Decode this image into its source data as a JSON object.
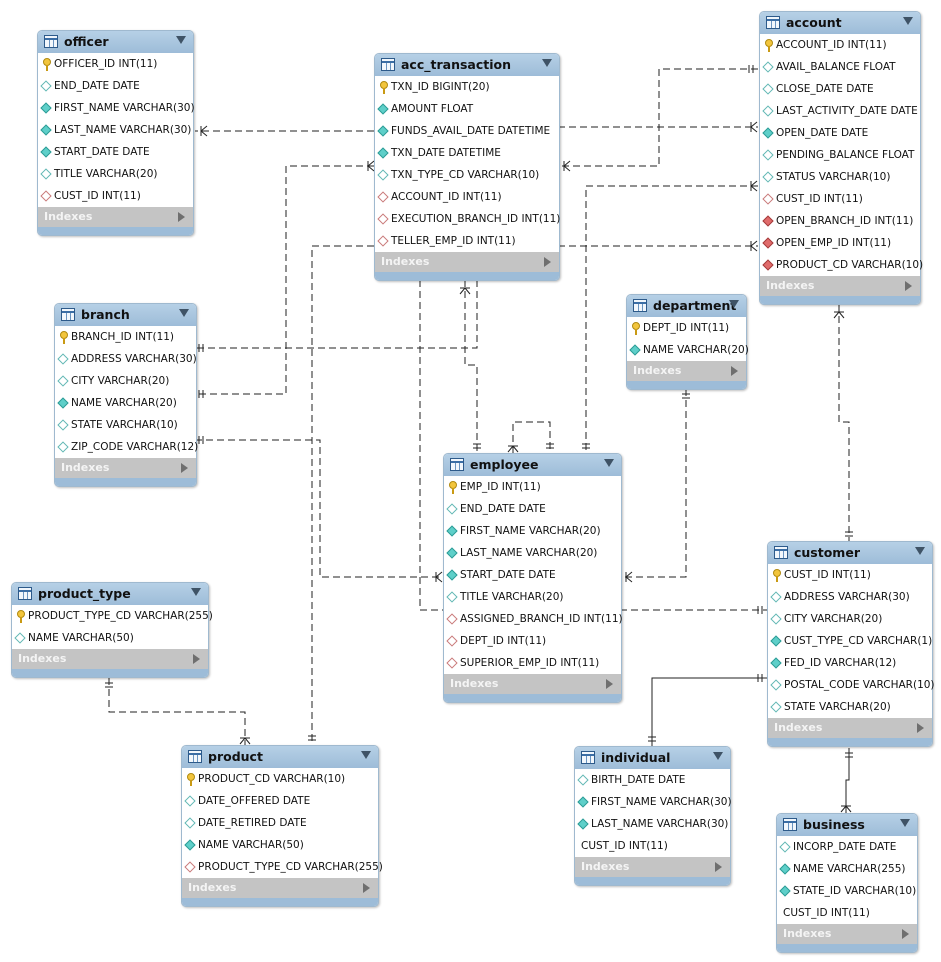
{
  "diagram": {
    "tables": [
      {
        "id": "officer",
        "name": "officer",
        "columns": [
          {
            "text": "OFFICER_ID INT(11)",
            "icon": "key"
          },
          {
            "text": "END_DATE DATE",
            "icon": "dm-empty"
          },
          {
            "text": "FIRST_NAME VARCHAR(30)",
            "icon": "dm-filled"
          },
          {
            "text": "LAST_NAME VARCHAR(30)",
            "icon": "dm-filled"
          },
          {
            "text": "START_DATE DATE",
            "icon": "dm-filled"
          },
          {
            "text": "TITLE VARCHAR(20)",
            "icon": "dm-empty"
          },
          {
            "text": "CUST_ID INT(11)",
            "icon": "dm-fk"
          }
        ],
        "indexes_label": "Indexes"
      },
      {
        "id": "acc_transaction",
        "name": "acc_transaction",
        "columns": [
          {
            "text": "TXN_ID BIGINT(20)",
            "icon": "key"
          },
          {
            "text": "AMOUNT FLOAT",
            "icon": "dm-filled"
          },
          {
            "text": "FUNDS_AVAIL_DATE DATETIME",
            "icon": "dm-filled"
          },
          {
            "text": "TXN_DATE DATETIME",
            "icon": "dm-filled"
          },
          {
            "text": "TXN_TYPE_CD VARCHAR(10)",
            "icon": "dm-empty"
          },
          {
            "text": "ACCOUNT_ID INT(11)",
            "icon": "dm-fk"
          },
          {
            "text": "EXECUTION_BRANCH_ID INT(11)",
            "icon": "dm-fk"
          },
          {
            "text": "TELLER_EMP_ID INT(11)",
            "icon": "dm-fk"
          }
        ],
        "indexes_label": "Indexes"
      },
      {
        "id": "account",
        "name": "account",
        "columns": [
          {
            "text": "ACCOUNT_ID INT(11)",
            "icon": "key"
          },
          {
            "text": "AVAIL_BALANCE FLOAT",
            "icon": "dm-empty"
          },
          {
            "text": "CLOSE_DATE DATE",
            "icon": "dm-empty"
          },
          {
            "text": "LAST_ACTIVITY_DATE DATE",
            "icon": "dm-empty"
          },
          {
            "text": "OPEN_DATE DATE",
            "icon": "dm-filled"
          },
          {
            "text": "PENDING_BALANCE FLOAT",
            "icon": "dm-empty"
          },
          {
            "text": "STATUS VARCHAR(10)",
            "icon": "dm-empty"
          },
          {
            "text": "CUST_ID INT(11)",
            "icon": "dm-fk"
          },
          {
            "text": "OPEN_BRANCH_ID INT(11)",
            "icon": "dm-fkfill"
          },
          {
            "text": "OPEN_EMP_ID INT(11)",
            "icon": "dm-fkfill"
          },
          {
            "text": "PRODUCT_CD VARCHAR(10)",
            "icon": "dm-fkfill"
          }
        ],
        "indexes_label": "Indexes"
      },
      {
        "id": "branch",
        "name": "branch",
        "columns": [
          {
            "text": "BRANCH_ID INT(11)",
            "icon": "key"
          },
          {
            "text": "ADDRESS VARCHAR(30)",
            "icon": "dm-empty"
          },
          {
            "text": "CITY VARCHAR(20)",
            "icon": "dm-empty"
          },
          {
            "text": "NAME VARCHAR(20)",
            "icon": "dm-filled"
          },
          {
            "text": "STATE VARCHAR(10)",
            "icon": "dm-empty"
          },
          {
            "text": "ZIP_CODE VARCHAR(12)",
            "icon": "dm-empty"
          }
        ],
        "indexes_label": "Indexes"
      },
      {
        "id": "department",
        "name": "department",
        "columns": [
          {
            "text": "DEPT_ID INT(11)",
            "icon": "key"
          },
          {
            "text": "NAME VARCHAR(20)",
            "icon": "dm-filled"
          }
        ],
        "indexes_label": "Indexes"
      },
      {
        "id": "employee",
        "name": "employee",
        "columns": [
          {
            "text": "EMP_ID INT(11)",
            "icon": "key"
          },
          {
            "text": "END_DATE DATE",
            "icon": "dm-empty"
          },
          {
            "text": "FIRST_NAME VARCHAR(20)",
            "icon": "dm-filled"
          },
          {
            "text": "LAST_NAME VARCHAR(20)",
            "icon": "dm-filled"
          },
          {
            "text": "START_DATE DATE",
            "icon": "dm-filled"
          },
          {
            "text": "TITLE VARCHAR(20)",
            "icon": "dm-empty"
          },
          {
            "text": "ASSIGNED_BRANCH_ID INT(11)",
            "icon": "dm-fk"
          },
          {
            "text": "DEPT_ID INT(11)",
            "icon": "dm-fk"
          },
          {
            "text": "SUPERIOR_EMP_ID INT(11)",
            "icon": "dm-fk"
          }
        ],
        "indexes_label": "Indexes"
      },
      {
        "id": "product_type",
        "name": "product_type",
        "columns": [
          {
            "text": "PRODUCT_TYPE_CD VARCHAR(255)",
            "icon": "key"
          },
          {
            "text": "NAME VARCHAR(50)",
            "icon": "dm-empty"
          }
        ],
        "indexes_label": "Indexes"
      },
      {
        "id": "customer",
        "name": "customer",
        "columns": [
          {
            "text": "CUST_ID INT(11)",
            "icon": "key"
          },
          {
            "text": "ADDRESS VARCHAR(30)",
            "icon": "dm-empty"
          },
          {
            "text": "CITY VARCHAR(20)",
            "icon": "dm-empty"
          },
          {
            "text": "CUST_TYPE_CD VARCHAR(1)",
            "icon": "dm-filled"
          },
          {
            "text": "FED_ID VARCHAR(12)",
            "icon": "dm-filled"
          },
          {
            "text": "POSTAL_CODE VARCHAR(10)",
            "icon": "dm-empty"
          },
          {
            "text": "STATE VARCHAR(20)",
            "icon": "dm-empty"
          }
        ],
        "indexes_label": "Indexes"
      },
      {
        "id": "product",
        "name": "product",
        "columns": [
          {
            "text": "PRODUCT_CD VARCHAR(10)",
            "icon": "key"
          },
          {
            "text": "DATE_OFFERED DATE",
            "icon": "dm-empty"
          },
          {
            "text": "DATE_RETIRED DATE",
            "icon": "dm-empty"
          },
          {
            "text": "NAME VARCHAR(50)",
            "icon": "dm-filled"
          },
          {
            "text": "PRODUCT_TYPE_CD VARCHAR(255)",
            "icon": "dm-fk"
          }
        ],
        "indexes_label": "Indexes"
      },
      {
        "id": "individual",
        "name": "individual",
        "columns": [
          {
            "text": "BIRTH_DATE DATE",
            "icon": "dm-empty"
          },
          {
            "text": "FIRST_NAME VARCHAR(30)",
            "icon": "dm-filled"
          },
          {
            "text": "LAST_NAME VARCHAR(30)",
            "icon": "dm-filled"
          },
          {
            "text": "CUST_ID INT(11)",
            "icon": "none"
          }
        ],
        "indexes_label": "Indexes"
      },
      {
        "id": "business",
        "name": "business",
        "columns": [
          {
            "text": "INCORP_DATE DATE",
            "icon": "dm-empty"
          },
          {
            "text": "NAME VARCHAR(255)",
            "icon": "dm-filled"
          },
          {
            "text": "STATE_ID VARCHAR(10)",
            "icon": "dm-filled"
          },
          {
            "text": "CUST_ID INT(11)",
            "icon": "none"
          }
        ],
        "indexes_label": "Indexes"
      }
    ],
    "relationships": [
      {
        "from": "acc_transaction",
        "to": "officer",
        "style": "dashed"
      },
      {
        "from": "acc_transaction",
        "to": "account",
        "style": "dashed"
      },
      {
        "from": "acc_transaction",
        "to": "branch",
        "style": "dashed"
      },
      {
        "from": "acc_transaction",
        "to": "employee",
        "style": "dashed"
      },
      {
        "from": "account",
        "to": "branch",
        "style": "dashed"
      },
      {
        "from": "account",
        "to": "employee",
        "style": "dashed"
      },
      {
        "from": "account",
        "to": "product",
        "style": "dashed"
      },
      {
        "from": "account",
        "to": "customer",
        "style": "dashed"
      },
      {
        "from": "employee",
        "to": "branch",
        "style": "dashed"
      },
      {
        "from": "employee",
        "to": "department",
        "style": "dashed"
      },
      {
        "from": "employee",
        "to": "employee",
        "style": "dashed"
      },
      {
        "from": "officer",
        "to": "customer",
        "style": "dashed"
      },
      {
        "from": "product",
        "to": "product_type",
        "style": "dashed"
      },
      {
        "from": "individual",
        "to": "customer",
        "style": "solid"
      },
      {
        "from": "business",
        "to": "customer",
        "style": "solid"
      }
    ]
  }
}
